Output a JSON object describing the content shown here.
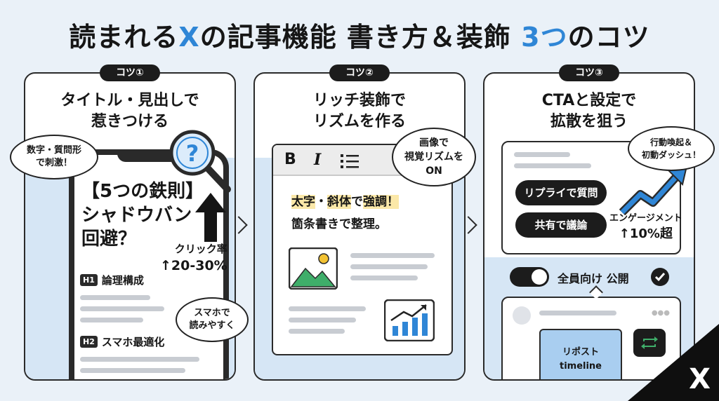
{
  "title": {
    "part1": "読まれる",
    "x": "X",
    "part2": "の記事機能 書き方＆装飾 ",
    "num": "3つ",
    "part3": "のコツ"
  },
  "panels": [
    {
      "tag": "コツ①",
      "title_l1": "タイトル・見出しで",
      "title_l2": "惹きつける",
      "bubble_left_l1": "数字・質問形",
      "bubble_left_l2": "で刺激！",
      "rule_l1": "【5つの鉄則】",
      "rule_l2": "シャドウバン",
      "rule_l3": "回避？",
      "click_l1": "クリック率",
      "click_l2": "↑20-30%",
      "h1_badge": "H1",
      "h1_text": "論理構成",
      "h2_badge": "H2",
      "h2_text": "スマホ最適化",
      "bubble_sp_l1": "スマホで",
      "bubble_sp_l2": "読みやすく"
    },
    {
      "tag": "コツ②",
      "title_l1": "リッチ装飾で",
      "title_l2": "リズムを作る",
      "bubble_l1": "画像で",
      "bubble_l2": "視覚リズムを",
      "bubble_l3": "ON",
      "tb_bold": "B",
      "tb_italic": "I",
      "line1_a": "太字",
      "line1_b": "・",
      "line1_c": "斜体",
      "line1_d": "で",
      "line1_e": "強調！",
      "line2": "箇条書きで整理。"
    },
    {
      "tag": "コツ③",
      "title_l1": "CTAと設定で",
      "title_l2": "拡散を狙う",
      "bubble_l1": "行動喚起＆",
      "bubble_l2": "初動ダッシュ！",
      "pill1": "リプライで質問",
      "pill2": "共有で議論",
      "eng_l1": "エンゲージメント",
      "eng_l2": "↑10%超",
      "toggle_label": "全員向け 公開",
      "repost_l1": "リポスト",
      "repost_l2": "timeline"
    }
  ],
  "corner_logo": "X",
  "colors": {
    "accent": "#2f86d6",
    "band": "#d6e6f5",
    "highlight": "#fbe8a8",
    "green": "#3fae6a"
  }
}
